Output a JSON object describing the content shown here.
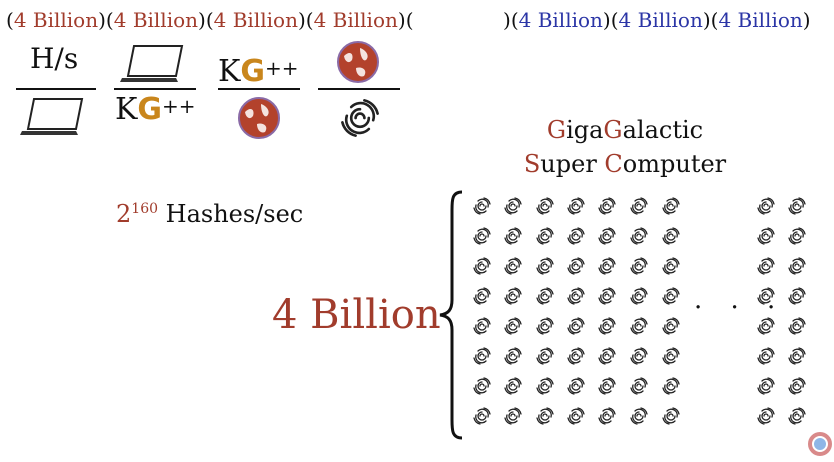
{
  "top_line": {
    "open_paren": "(",
    "close_paren": ")",
    "red_label": "4 Billion",
    "blue_label": "4 Billion"
  },
  "fractions": {
    "hs_label": "H/s",
    "kg_base": "K",
    "kg_g": "G",
    "kg_plus": "++"
  },
  "title": {
    "line1_cap1": "G",
    "line1_part1": "iga",
    "line1_cap2": "G",
    "line1_part2": "alactic",
    "line2_cap1": "S",
    "line2_part1": "uper ",
    "line2_cap2": "C",
    "line2_part2": "omputer"
  },
  "hashrate": {
    "base": "2",
    "exponent": "160",
    "unit": " Hashes/sec"
  },
  "billion_label": "4 Billion",
  "ellipsis": "· · ·",
  "icons": {
    "laptop": "laptop-icon",
    "earth": "earth-icon",
    "galaxy": "galaxy-icon"
  },
  "colors": {
    "accent_red": "#a13c2c",
    "accent_blue": "#2b35a6",
    "gold": "#c9861c"
  }
}
